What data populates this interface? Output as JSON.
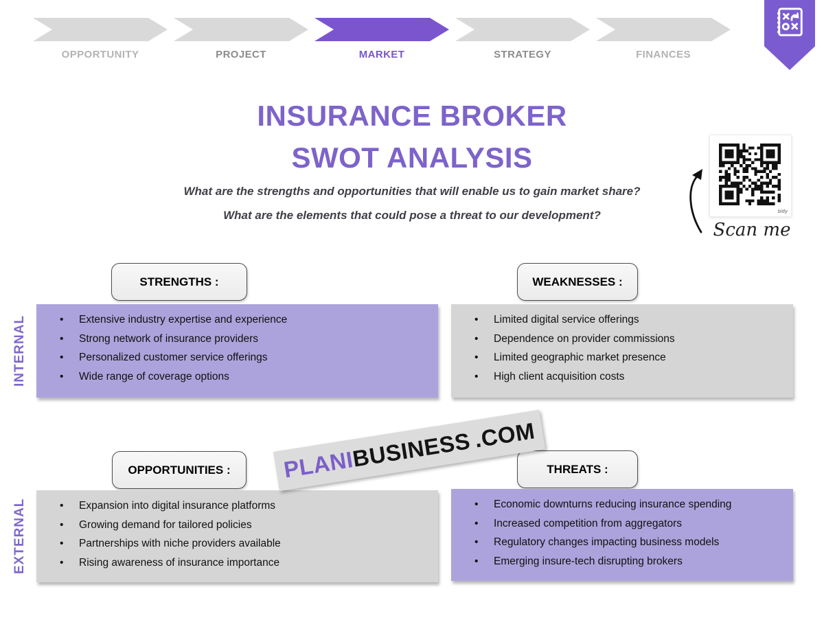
{
  "stepper": {
    "steps": [
      {
        "label": "OPPORTUNITY",
        "active": false
      },
      {
        "label": "PROJECT",
        "active": false
      },
      {
        "label": "MARKET",
        "active": true
      },
      {
        "label": "STRATEGY",
        "active": false
      },
      {
        "label": "FINANCES",
        "active": false
      }
    ]
  },
  "header": {
    "title_line1": "INSURANCE BROKER",
    "title_line2": "SWOT ANALYSIS",
    "subtitle_line1": "What are the strengths and opportunities that will enable us to gain market share?",
    "subtitle_line2": "What are the elements that could pose a threat to our development?"
  },
  "qr": {
    "caption": "Scan me",
    "provider": "bitly"
  },
  "row_labels": {
    "internal": "INTERNAL",
    "external": "EXTERNAL"
  },
  "quadrants": {
    "strengths": {
      "title": "STRENGTHS :",
      "items": [
        "Extensive industry expertise and experience",
        "Strong network of insurance providers",
        "Personalized customer service offerings",
        "Wide range of coverage options"
      ]
    },
    "weaknesses": {
      "title": "WEAKNESSES :",
      "items": [
        "Limited digital service offerings",
        "Dependence on provider commissions",
        "Limited geographic market presence",
        "High client acquisition costs"
      ]
    },
    "opportunities": {
      "title": "OPPORTUNITIES :",
      "items": [
        "Expansion into digital insurance platforms",
        "Growing demand for tailored policies",
        "Partnerships with niche providers available",
        "Rising awareness of insurance importance"
      ]
    },
    "threats": {
      "title": "THREATS :",
      "items": [
        "Economic downturns reducing insurance spending",
        "Increased competition from aggregators",
        "Regulatory changes impacting business models",
        "Emerging insure-tech disrupting brokers"
      ]
    }
  },
  "watermark": {
    "brand_part1": "PLANI",
    "brand_part2": "BUSINESS",
    "brand_part3": ".COM"
  },
  "icons": {
    "ribbon": "strategy-playbook-icon",
    "qr": "qr-code-icon",
    "scan_arrow": "curved-arrow-icon"
  },
  "colors": {
    "accent_purple": "#7a55ce",
    "title_purple": "#7d63ca",
    "panel_purple": "#ada3dc",
    "panel_gray": "#d5d5d5",
    "chevron_gray": "#d9d9d9",
    "side_label_purple": "#7e68cc"
  }
}
